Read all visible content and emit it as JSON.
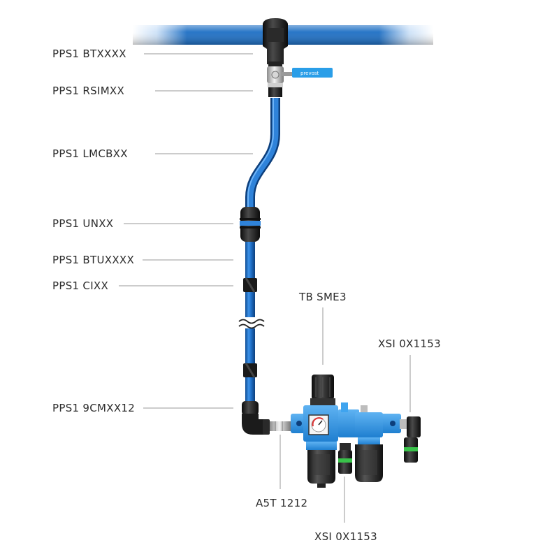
{
  "labels": {
    "btxxxx": "PPS1 BTXXXX",
    "rsimxx": "PPS1 RSIMXX",
    "lmcbxx": "PPS1 LMCBXX",
    "unxx": "PPS1 UNXX",
    "btuxxxx": "PPS1 BTUXXXX",
    "cixx": "PPS1 CIXX",
    "cmxx12": "PPS1 9CMXX12",
    "tb_sme3": "TB SME3",
    "xsi_right": "XSI 0X1153",
    "a5t": "A5T 1212",
    "xsi_bottom": "XSI 0X1153"
  },
  "valve_brand": "prevost",
  "colors": {
    "pipe_blue": "#1e6fc4",
    "pipe_light": "#6fb6ff",
    "fitting_black": "#1b1b1b",
    "frl_blue": "#2f93e0",
    "leader_gray": "#9a9a9a",
    "valve_handle": "#2a9ee8",
    "coupler_green": "#39c24a"
  }
}
